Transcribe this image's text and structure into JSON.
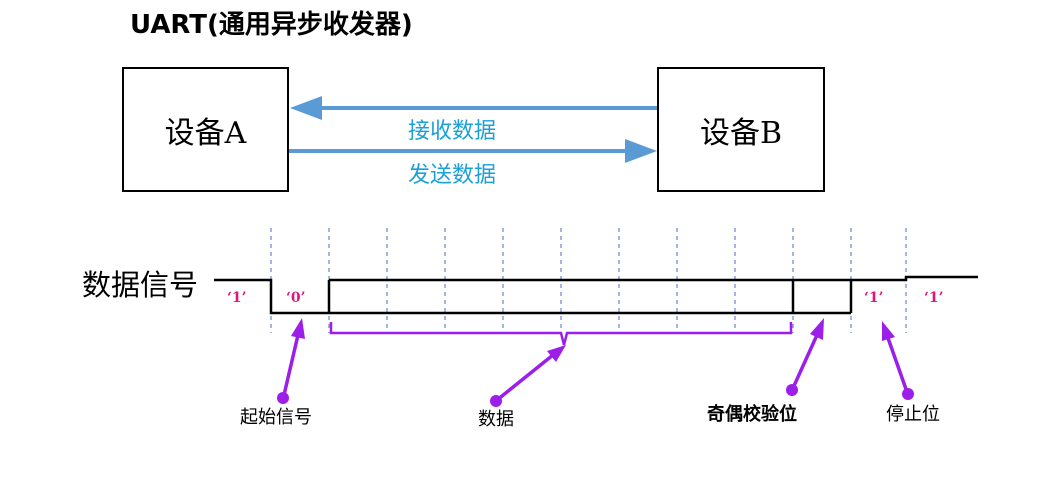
{
  "title": "UART(通用异步收发器)",
  "devices": {
    "a": "设备A",
    "b": "设备B"
  },
  "arrows": {
    "receive": "接收数据",
    "send": "发送数据"
  },
  "signal_label": "数据信号",
  "bits": {
    "idle": "‘1’",
    "start": "‘0’",
    "stop1": "‘1’",
    "stop2": "‘1’"
  },
  "annotations": {
    "start": "起始信号",
    "data": "数据",
    "parity": "奇偶校验位",
    "stop": "停止位"
  },
  "colors": {
    "arrow": "#5b9bd5",
    "arrow_label": "#1ba0d8",
    "bit_label": "#e0157c",
    "annotation": "#9b1fe8",
    "divider": "#4472c4"
  }
}
